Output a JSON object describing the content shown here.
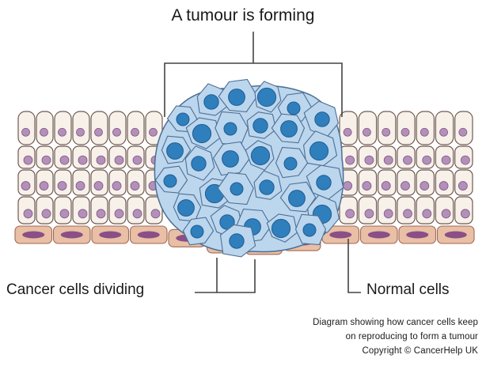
{
  "labels": {
    "title": "A tumour is forming",
    "cancer_cells": "Cancer cells dividing",
    "normal_cells": "Normal cells"
  },
  "caption": {
    "line1": "Diagram showing how cancer cells keep",
    "line2": "on reproducing to form a tumour",
    "line3": "Copyright © CancerHelp UK"
  },
  "colors": {
    "normal_cell_fill": "#f7f1ea",
    "normal_cell_outline": "#6e5a52",
    "normal_nucleus": "#b48fb9",
    "basement_fill": "#e9bfa5",
    "basement_nucleus": "#8a4f86",
    "cancer_cell_fill": "#bcd6ee",
    "cancer_cell_outline": "#4d6f93",
    "cancer_nucleus": "#2f7fbd",
    "line": "#444444"
  }
}
